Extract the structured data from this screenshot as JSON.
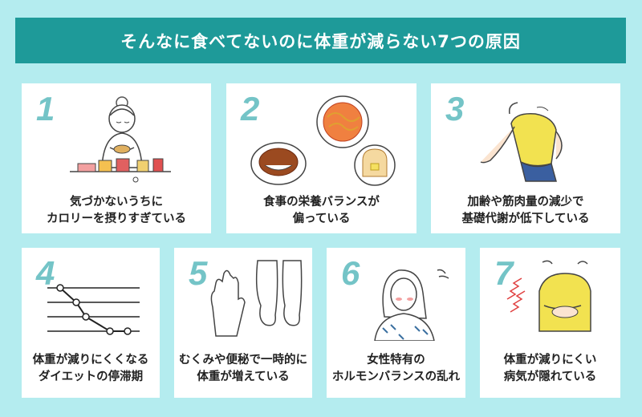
{
  "title": "そんなに食べてないのに体重が減らない7つの原因",
  "cards": [
    {
      "num": "1",
      "line1": "気づかないうちに",
      "line2": "カロリーを摂りすぎている"
    },
    {
      "num": "2",
      "line1": "食事の栄養バランスが",
      "line2": "偏っている"
    },
    {
      "num": "3",
      "line1": "加齢や筋肉量の減少で",
      "line2": "基礎代謝が低下している"
    },
    {
      "num": "4",
      "line1": "体重が減りにくくなる",
      "line2": "ダイエットの停滞期"
    },
    {
      "num": "5",
      "line1": "むくみや便秘で一時的に",
      "line2": "体重が増えている"
    },
    {
      "num": "6",
      "line1": "女性特有の",
      "line2": "ホルモンバランスの乱れ"
    },
    {
      "num": "7",
      "line1": "体重が減りにくい",
      "line2": "病気が隠れている"
    }
  ],
  "colors": {
    "background": "#b4ecef",
    "banner": "#1e9a99",
    "number": "#74c4c7",
    "card": "#ffffff"
  },
  "icons": [
    "woman-eating-illustration",
    "curry-and-toast-illustration",
    "woman-back-pain-illustration",
    "plateau-graph-illustration",
    "swollen-hand-legs-illustration",
    "stressed-woman-illustration",
    "woman-stomach-pain-illustration"
  ]
}
